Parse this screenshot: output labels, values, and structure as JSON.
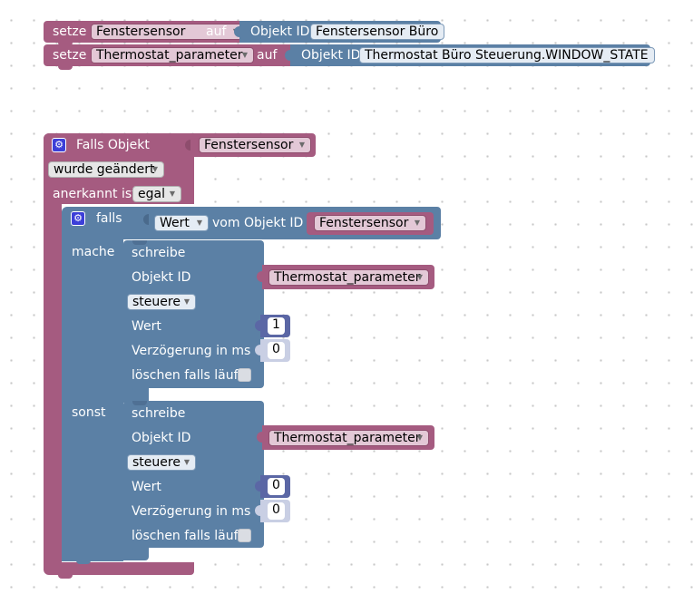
{
  "top_blocks": [
    {
      "keyword": "setze",
      "variable": "Fenstersensor",
      "auf": "auf",
      "id_label": "Objekt ID",
      "object": "Fenstersensor Büro"
    },
    {
      "keyword": "setze",
      "variable": "Thermostat_parameter",
      "auf": "auf",
      "id_label": "Objekt ID",
      "object": "Thermostat Büro Steuerung.WINDOW_STATE"
    }
  ],
  "trigger": {
    "label": "Falls Objekt",
    "variable": "Fenstersensor",
    "event": "wurde geändert",
    "ack_label": "anerkannt ist",
    "ack_value": "egal"
  },
  "if_block": {
    "label": "falls",
    "value_dropdown": "Wert",
    "from_object": "vom Objekt ID",
    "variable": "Fenstersensor",
    "then_label": "mache",
    "else_label": "sonst"
  },
  "write_blocks": [
    {
      "title": "schreibe",
      "id_label": "Objekt ID",
      "variable": "Thermostat_parameter",
      "mode": "steuere",
      "value_label": "Wert",
      "value": "1",
      "delay_label": "Verzögerung in ms",
      "delay": "0",
      "clear_label": "löschen falls läuft"
    },
    {
      "title": "schreibe",
      "id_label": "Objekt ID",
      "variable": "Thermostat_parameter",
      "mode": "steuere",
      "value_label": "Wert",
      "value": "0",
      "delay_label": "Verzögerung in ms",
      "delay": "0",
      "clear_label": "löschen falls läuft"
    }
  ],
  "icons": {
    "dropdown_arrow": "▼",
    "gear": "⚙"
  },
  "colors": {
    "variable_block": "#a55b80",
    "logic_block": "#5b80a5",
    "number_block": "#5b67a5"
  }
}
